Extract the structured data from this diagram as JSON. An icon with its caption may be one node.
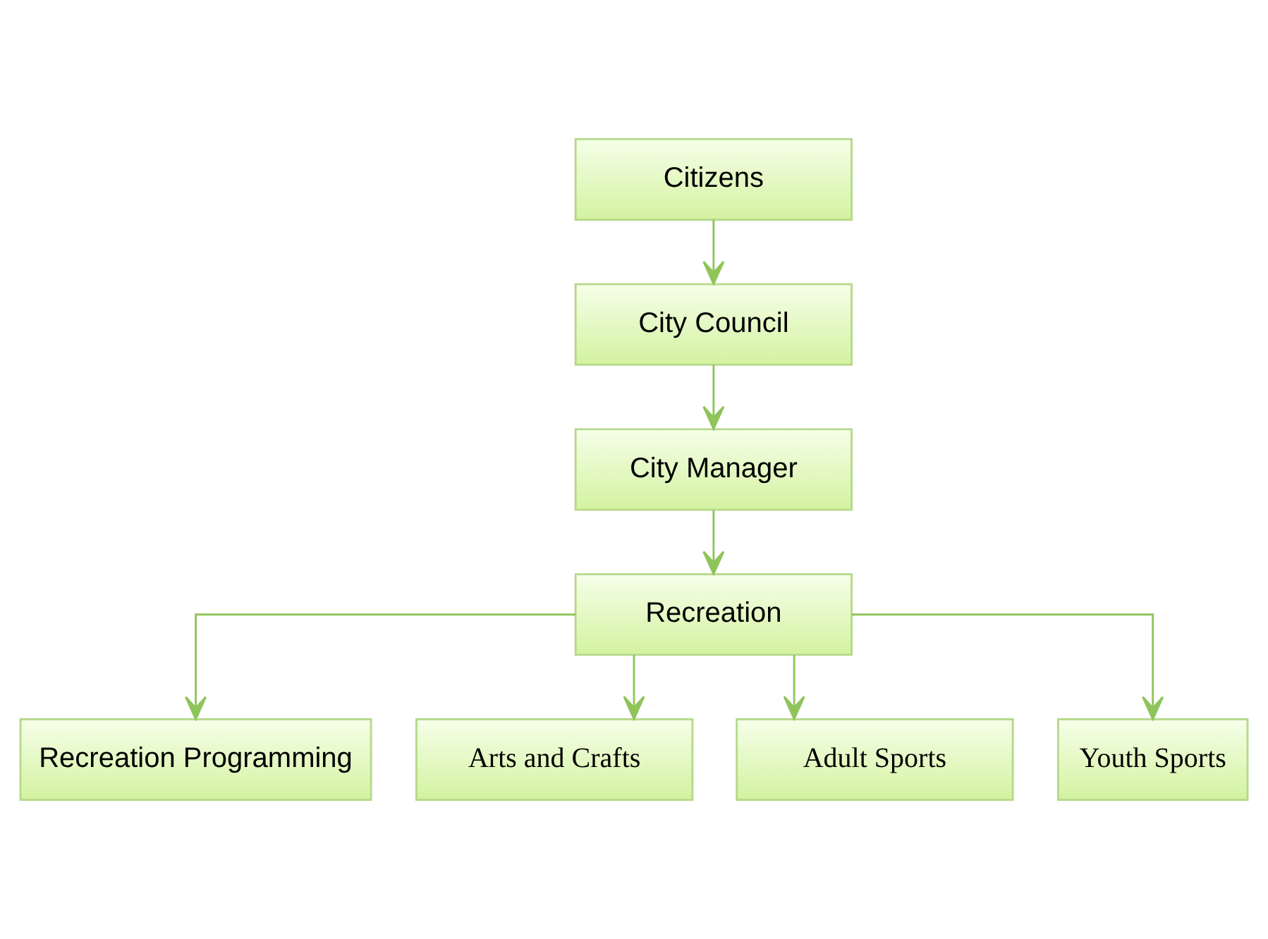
{
  "diagram": {
    "nodes": [
      {
        "text": [
          "Citizens"
        ]
      },
      {
        "text": [
          "City Council"
        ]
      },
      {
        "text": [
          "City Manager"
        ]
      },
      {
        "text": [
          "Recreation"
        ]
      },
      {
        "text": [
          "Recreation Programming"
        ]
      },
      {
        "text": [
          "Arts and Crafts"
        ]
      },
      {
        "text": [
          "Adult Sports"
        ]
      },
      {
        "text": [
          "Youth Sports"
        ]
      }
    ],
    "edges": [
      {
        "from": 0,
        "to": 1,
        "arrow": "to"
      },
      {
        "from": 1,
        "to": 2,
        "arrow": "to"
      },
      {
        "from": 2,
        "to": 3,
        "arrow": "to"
      },
      {
        "from": 3,
        "to": 4,
        "arrow": "to"
      },
      {
        "from": 3,
        "to": 5,
        "arrow": "to"
      },
      {
        "from": 3,
        "to": 6,
        "arrow": "to"
      },
      {
        "from": 3,
        "to": 7,
        "arrow": "to"
      }
    ]
  }
}
